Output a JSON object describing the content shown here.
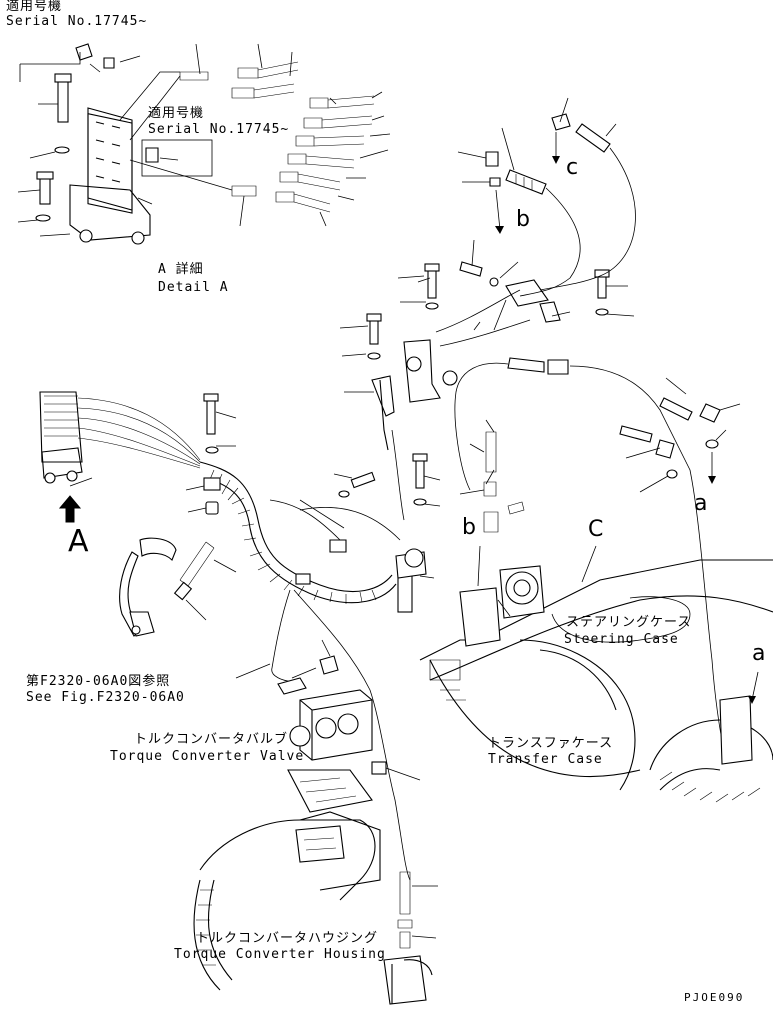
{
  "serial_top": {
    "jp": "適用号機",
    "en": "Serial No.17745~"
  },
  "serial_inner": {
    "jp": "適用号機",
    "en": "Serial No.17745~"
  },
  "detail_a": {
    "jp": "A 詳細",
    "en": "Detail A"
  },
  "view_arrow_label": "A",
  "see_fig": {
    "jp": "第F2320-06A0図参照",
    "en": "See Fig.F2320-06A0"
  },
  "tc_valve": {
    "jp": "トルクコンバータバルブ",
    "en": "Torque Converter Valve"
  },
  "tc_housing": {
    "jp": "トルクコンバータハウジング",
    "en": "Torque Converter Housing"
  },
  "transfer_case": {
    "jp": "トランスファケース",
    "en": "Transfer Case"
  },
  "steering_case": {
    "jp": "ステアリングケース",
    "en": "Steering Case"
  },
  "connection_letters": {
    "a": "a",
    "b": "b",
    "c": "c",
    "A": "A",
    "B": "b",
    "C": "C"
  },
  "drawing_code": "PJOE090",
  "colors": {
    "ink": "#000000",
    "paper": "#ffffff"
  }
}
